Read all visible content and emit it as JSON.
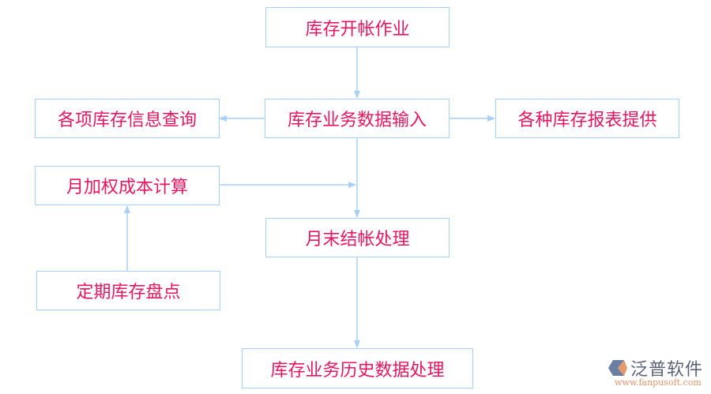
{
  "nodes": {
    "opening": "库存开帐作业",
    "input": "库存业务数据输入",
    "query": "各项库存信息查询",
    "reports": "各种库存报表提供",
    "weighted_cost": "月加权成本计算",
    "month_end": "月末结帐处理",
    "stocktake": "定期库存盘点",
    "history": "库存业务历史数据处理"
  },
  "logo": {
    "name": "泛普软件",
    "url": "www.fanpusoft.com"
  },
  "colors": {
    "text": "#e8175d",
    "border": "#a9d1f7",
    "arrow": "#a9d1f7"
  }
}
